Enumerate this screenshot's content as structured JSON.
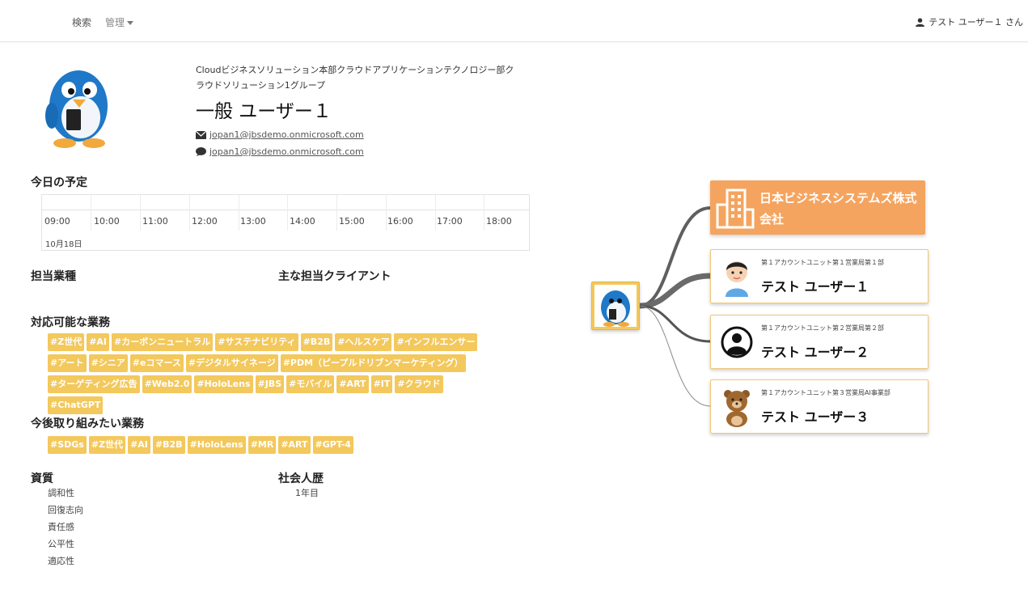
{
  "nav": {
    "search": "検索",
    "admin": "管理",
    "user": "テスト ユーザー１ さん"
  },
  "profile": {
    "org": "Cloudビジネスソリューション本部クラウドアプリケーションテクノロジー部クラウドソリューション1グループ",
    "name": "一般 ユーザー１",
    "email": "jopan1@jbsdemo.onmicrosoft.com",
    "chat": "jopan1@jbsdemo.onmicrosoft.com"
  },
  "schedule": {
    "title": "今日の予定",
    "hours": [
      "09:00",
      "10:00",
      "11:00",
      "12:00",
      "13:00",
      "14:00",
      "15:00",
      "16:00",
      "17:00",
      "18:00"
    ],
    "date": "10月18日"
  },
  "sections": {
    "industry": "担当業種",
    "clients": "主な担当クライアント",
    "skills": "対応可能な業務",
    "future": "今後取り組みたい業務",
    "traits": "資質",
    "career": "社会人歴"
  },
  "skill_tags": [
    "#Z世代",
    "#AI",
    "#カーボンニュートラル",
    "#サステナビリティ",
    "#B2B",
    "#ヘルスケア",
    "#インフルエンサー",
    "#アート",
    "#シニア",
    "#eコマース",
    "#デジタルサイネージ",
    "#PDM（ピープルドリブンマーケティング）",
    "#ターゲティング広告",
    "#Web2.0",
    "#HoloLens",
    "#JBS",
    "#モバイル",
    "#ART",
    "#IT",
    "#クラウド",
    "#ChatGPT"
  ],
  "future_tags": [
    "#SDGs",
    "#Z世代",
    "#AI",
    "#B2B",
    "#HoloLens",
    "#MR",
    "#ART",
    "#GPT-4"
  ],
  "traits": [
    "調和性",
    "回復志向",
    "責任感",
    "公平性",
    "適応性"
  ],
  "career": "1年目",
  "org_chart": {
    "company": "日本ビジネスシステムズ株式会社",
    "members": [
      {
        "dept": "第１アカウントユニット第１営業局第１部",
        "name": "テスト ユーザー１",
        "icon": "boy-icon"
      },
      {
        "dept": "第１アカウントユニット第２営業局第２部",
        "name": "テスト ユーザー２",
        "icon": "person-circle-icon"
      },
      {
        "dept": "第１アカウントユニット第３営業局AI事業部",
        "name": "テスト ユーザー３",
        "icon": "bear-icon"
      }
    ]
  },
  "colors": {
    "tag": "#f3c85c",
    "company": "#f5a45f",
    "penguin": "#1f78c8"
  }
}
